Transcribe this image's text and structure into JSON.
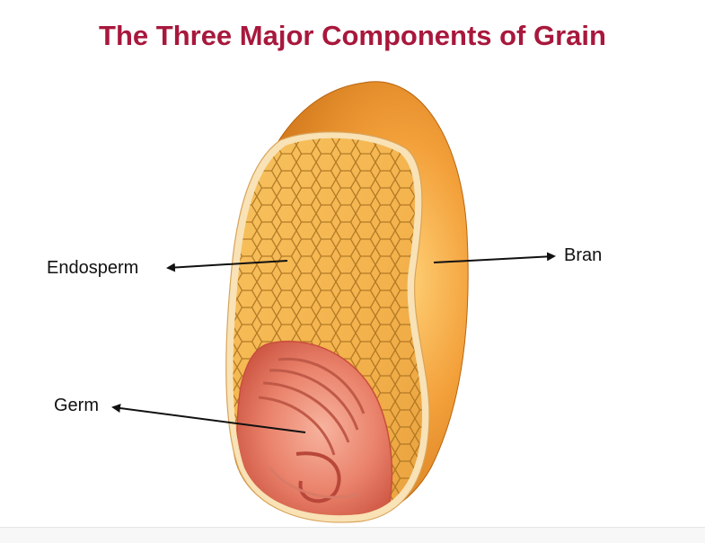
{
  "title": "The Three Major Components of Grain",
  "labels": {
    "endosperm": "Endosperm",
    "bran": "Bran",
    "germ": "Germ"
  },
  "colors": {
    "title": "#a8183c",
    "bran": "#e8902a",
    "endosperm": "#f2b84e",
    "germ": "#e06a55"
  }
}
